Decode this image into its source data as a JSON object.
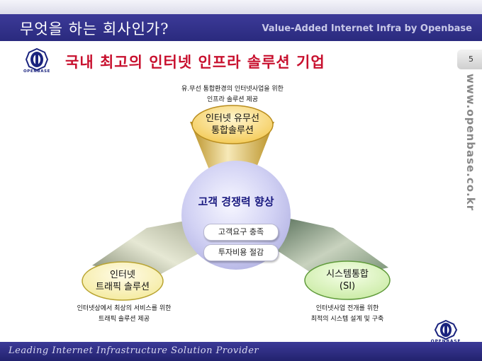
{
  "header": {
    "title": "무엇을 하는 회사인가?",
    "tagline": "Value-Added Internet Infra by Openbase"
  },
  "brand": {
    "logo_text": "OPENBASE",
    "url": "www.openbase.co.kr",
    "colors": {
      "navy": "#2e2c88",
      "headline_red": "#c8102e"
    }
  },
  "headline": "국내 최고의 인터넷 인프라 솔루션 기업",
  "page_number": "5",
  "diagram": {
    "center": {
      "title": "고객 경쟁력 향상",
      "items": [
        "고객요구 충족",
        "투자비용 절감"
      ]
    },
    "top": {
      "label_lines": [
        "인터넷 유무선",
        "통합솔루션"
      ],
      "caption_lines": [
        "유.무선 통합환경의 인터넷사업을 위한",
        "인프라 솔루션 제공"
      ]
    },
    "left": {
      "label_lines": [
        "인터넷",
        "트래픽 솔루션"
      ],
      "caption_lines": [
        "인터넷상에서 최상의 서비스를 위한",
        "트래픽 솔루션 제공"
      ]
    },
    "right": {
      "label_lines": [
        "시스템통합",
        "(SI)"
      ],
      "caption_lines": [
        "인터넷사업 전개를 위한",
        "최적의 시스템 설계 및 구축"
      ]
    }
  },
  "footer": {
    "text": "Leading Internet Infrastructure Solution Provider"
  }
}
